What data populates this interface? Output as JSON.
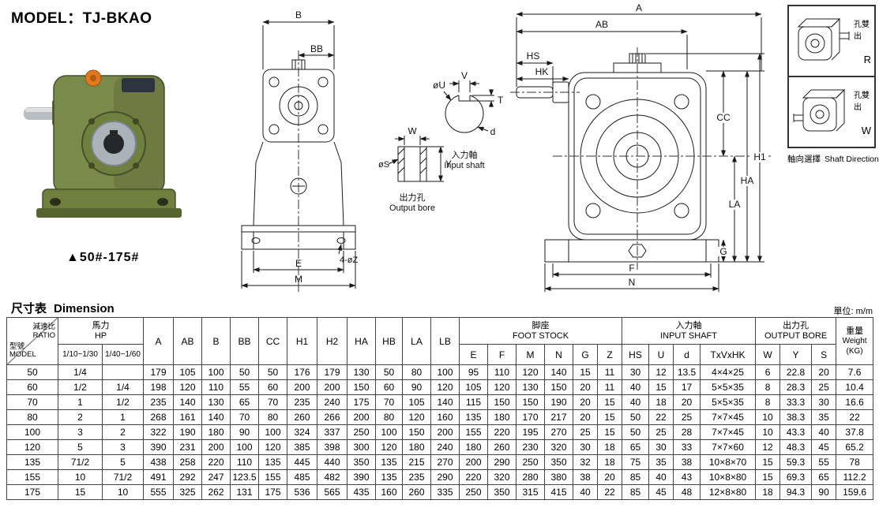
{
  "page": {
    "title": "MODEL：TJ-BKAO",
    "photo_caption": "▲50#-175#",
    "section_heading_cn": "尺寸表",
    "section_heading_en": "Dimension",
    "unit_note": "單位: m/m"
  },
  "drawings": {
    "front_view": {
      "dim_b": "B",
      "dim_bb": "BB",
      "dim_e": "E",
      "dim_m": "M",
      "note_z": "4-øZ"
    },
    "input_shaft": {
      "dim_v": "V",
      "dim_t": "T",
      "dim_u": "øU",
      "dim_d": "d",
      "caption_cn": "入力軸",
      "caption_en": "Input shaft"
    },
    "output_bore": {
      "dim_w": "W",
      "dim_s": "øS",
      "dim_y": "Y",
      "caption_cn": "出力孔",
      "caption_en": "Output bore"
    },
    "side_view": {
      "dim_a": "A",
      "dim_ab": "AB",
      "dim_hs": "HS",
      "dim_hk": "HK",
      "dim_cc": "CC",
      "dim_h1": "H1",
      "dim_ha": "HA",
      "dim_la": "LA",
      "dim_g": "G",
      "dim_f": "F",
      "dim_n": "N"
    },
    "shaft_direction": {
      "top_label": "孔雙出",
      "top_letter": "R",
      "bottom_label": "孔雙出",
      "bottom_letter": "W",
      "caption_cn": "軸向選擇",
      "caption_en": "Shaft Direction"
    }
  },
  "table": {
    "corner": {
      "top": "減速比",
      "top_en": "RATIO",
      "bottom": "型號",
      "bottom_en": "MODEL"
    },
    "hp_group": {
      "cn": "馬力",
      "en": "HP",
      "sub1": "1/10~1/30",
      "sub2": "1/40~1/60"
    },
    "dim_cols": [
      "A",
      "AB",
      "B",
      "BB",
      "CC",
      "H1",
      "H2",
      "HA",
      "HB",
      "LA",
      "LB"
    ],
    "foot_group": {
      "cn": "脚座",
      "en": "FOOT STOCK",
      "cols": [
        "E",
        "F",
        "M",
        "N",
        "G",
        "Z"
      ]
    },
    "input_group": {
      "cn": "入力軸",
      "en": "INPUT SHAFT",
      "cols": [
        "HS",
        "U",
        "d",
        "TxVxHK"
      ]
    },
    "output_group": {
      "cn": "出力孔",
      "en": "OUTPUT BORE",
      "cols": [
        "W",
        "Y",
        "S"
      ]
    },
    "weight_group": {
      "cn": "重量",
      "en": "Weight",
      "unit": "(KG)"
    },
    "rows": [
      [
        "50",
        "1/4",
        "",
        "179",
        "105",
        "100",
        "50",
        "50",
        "176",
        "179",
        "130",
        "50",
        "80",
        "100",
        "95",
        "110",
        "120",
        "140",
        "15",
        "11",
        "30",
        "12",
        "13.5",
        "4×4×25",
        "6",
        "22.8",
        "20",
        "7.6"
      ],
      [
        "60",
        "1/2",
        "1/4",
        "198",
        "120",
        "110",
        "55",
        "60",
        "200",
        "200",
        "150",
        "60",
        "90",
        "120",
        "105",
        "120",
        "130",
        "150",
        "20",
        "11",
        "40",
        "15",
        "17",
        "5×5×35",
        "8",
        "28.3",
        "25",
        "10.4"
      ],
      [
        "70",
        "1",
        "1/2",
        "235",
        "140",
        "130",
        "65",
        "70",
        "235",
        "240",
        "175",
        "70",
        "105",
        "140",
        "115",
        "150",
        "150",
        "190",
        "20",
        "15",
        "40",
        "18",
        "20",
        "5×5×35",
        "8",
        "33.3",
        "30",
        "16.6"
      ],
      [
        "80",
        "2",
        "1",
        "268",
        "161",
        "140",
        "70",
        "80",
        "260",
        "266",
        "200",
        "80",
        "120",
        "160",
        "135",
        "180",
        "170",
        "217",
        "20",
        "15",
        "50",
        "22",
        "25",
        "7×7×45",
        "10",
        "38.3",
        "35",
        "22"
      ],
      [
        "100",
        "3",
        "2",
        "322",
        "190",
        "180",
        "90",
        "100",
        "324",
        "337",
        "250",
        "100",
        "150",
        "200",
        "155",
        "220",
        "195",
        "270",
        "25",
        "15",
        "50",
        "25",
        "28",
        "7×7×45",
        "10",
        "43.3",
        "40",
        "37.8"
      ],
      [
        "120",
        "5",
        "3",
        "390",
        "231",
        "200",
        "100",
        "120",
        "385",
        "398",
        "300",
        "120",
        "180",
        "240",
        "180",
        "260",
        "230",
        "320",
        "30",
        "18",
        "65",
        "30",
        "33",
        "7×7×60",
        "12",
        "48.3",
        "45",
        "65.2"
      ],
      [
        "135",
        "71/2",
        "5",
        "438",
        "258",
        "220",
        "110",
        "135",
        "445",
        "440",
        "350",
        "135",
        "215",
        "270",
        "200",
        "290",
        "250",
        "350",
        "32",
        "18",
        "75",
        "35",
        "38",
        "10×8×70",
        "15",
        "59.3",
        "55",
        "78"
      ],
      [
        "155",
        "10",
        "71/2",
        "491",
        "292",
        "247",
        "123.5",
        "155",
        "485",
        "482",
        "390",
        "135",
        "235",
        "290",
        "220",
        "320",
        "280",
        "380",
        "38",
        "20",
        "85",
        "40",
        "43",
        "10×8×80",
        "15",
        "69.3",
        "65",
        "112.2"
      ],
      [
        "175",
        "15",
        "10",
        "555",
        "325",
        "262",
        "131",
        "175",
        "536",
        "565",
        "435",
        "160",
        "260",
        "335",
        "250",
        "350",
        "315",
        "415",
        "40",
        "22",
        "85",
        "45",
        "48",
        "12×8×80",
        "18",
        "94.3",
        "90",
        "159.6"
      ]
    ]
  }
}
